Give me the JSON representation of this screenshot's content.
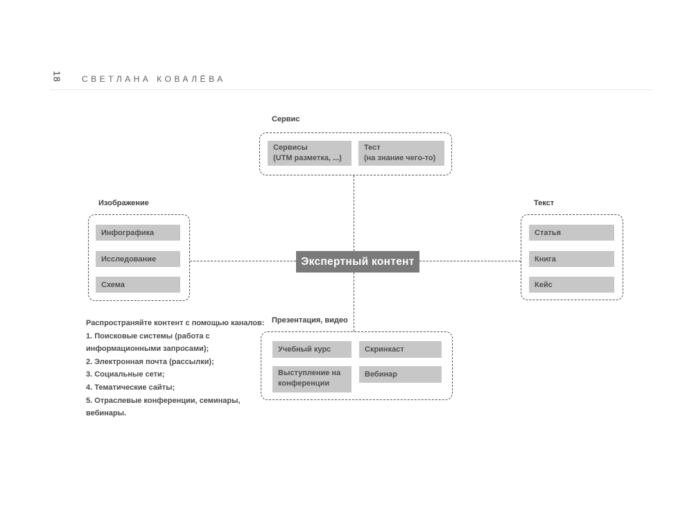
{
  "page": {
    "number": "18",
    "author": "СВЕТЛАНА КОВАЛЁВА"
  },
  "diagram": {
    "center_label": "Экспертный контент",
    "groups": {
      "service": {
        "label": "Сервис",
        "items": [
          {
            "line1": "Сервисы",
            "line2": "(UTM разметка, ...)"
          },
          {
            "line1": "Тест",
            "line2": "(на знание чего-то)"
          }
        ]
      },
      "image": {
        "label": "Изображение",
        "items": [
          "Инфографика",
          "Исследование",
          "Схема"
        ]
      },
      "text": {
        "label": "Текст",
        "items": [
          "Статья",
          "Книга",
          "Кейс"
        ]
      },
      "presentation": {
        "label": "Презентация, видео",
        "items": [
          "Учебный курс",
          "Скринкаст",
          "Выступление на конференции",
          "Вебинар"
        ]
      }
    }
  },
  "note": {
    "lines": [
      "Распространяйте контент с помощью каналов:",
      "1. Поисковые системы (работа с",
      "информационными запросами);",
      "2. Электронная почта (рассылки);",
      "3. Социальные сети;",
      "4. Тематические сайты;",
      "5. Отраслевые конференции, семинары,",
      "вебинары."
    ]
  },
  "colors": {
    "item_box_fill": "#c7c7c7",
    "item_box_text": "#4f4f4f",
    "center_fill": "#7a7a7a",
    "center_text": "#ffffff",
    "dashed_line": "#4d4d4d",
    "header_text": "#5f5f5f"
  }
}
